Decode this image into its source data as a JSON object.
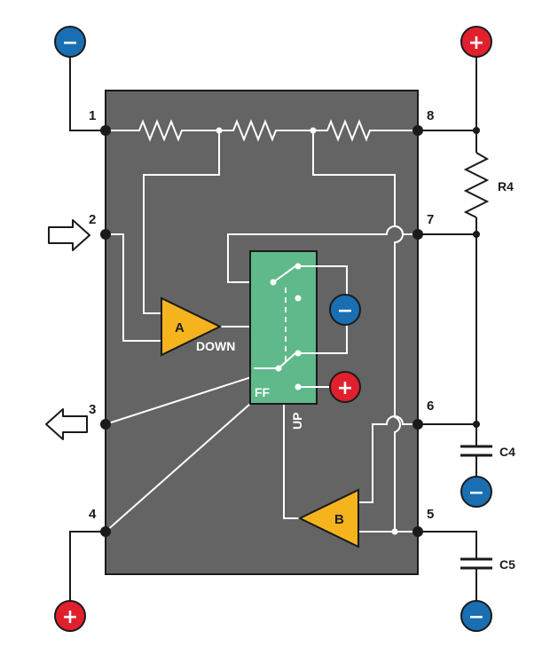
{
  "pins": {
    "p1": "1",
    "p2": "2",
    "p3": "3",
    "p4": "4",
    "p5": "5",
    "p6": "6",
    "p7": "7",
    "p8": "8"
  },
  "components": {
    "r4": "R4",
    "c4": "C4",
    "c5": "C5"
  },
  "blocks": {
    "amp_a": "A",
    "amp_b": "B",
    "down": "DOWN",
    "up": "UP",
    "ff": "FF"
  },
  "symbols": {
    "minus": "−",
    "plus": "+"
  },
  "colors": {
    "chip": "#646464",
    "flipflop": "#5fb98a",
    "amplifier": "#f5b41e",
    "negative": "#1a6fb3",
    "positive": "#e1202e"
  },
  "icons": {
    "input_arrow": "arrow-right-outline-icon",
    "output_arrow": "arrow-left-outline-icon"
  }
}
